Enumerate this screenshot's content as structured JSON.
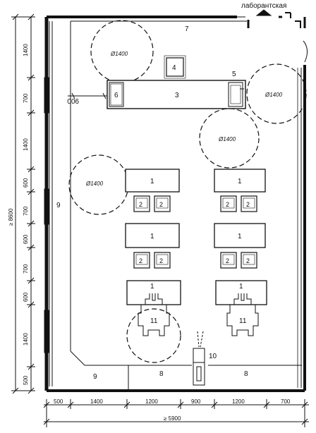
{
  "room": {
    "lab_room_label": "лаборантская"
  },
  "dimensions": {
    "left": [
      "1400",
      "700",
      "1400",
      "600",
      "700",
      "600",
      "700",
      "600",
      "1400",
      "500"
    ],
    "overall_height": "≥ 8600",
    "bottom": [
      "500",
      "1400",
      "1200",
      "900",
      "1200",
      "700"
    ],
    "overall_width": "≥ 5900"
  },
  "circles": {
    "diameter_label": "Ø1400"
  },
  "furniture": {
    "lab_table": "1",
    "chair": "2",
    "demo_table": "3",
    "stand": "4",
    "sink": "5",
    "fume_hood": "6",
    "board": "7",
    "cabinet": "8",
    "window_wall": "9",
    "door": "10",
    "station": "11"
  },
  "annotations": {
    "clearance_900": "900"
  }
}
